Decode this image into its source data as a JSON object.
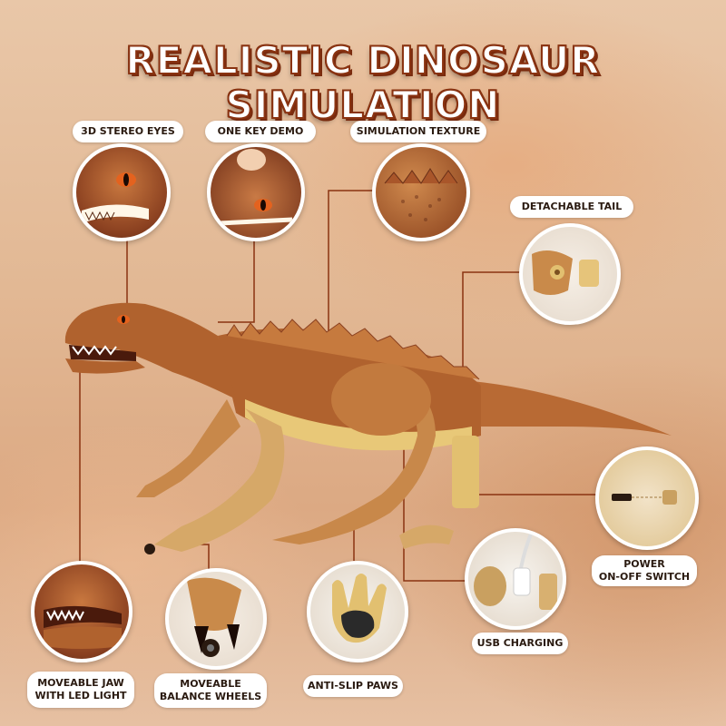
{
  "title": "REALISTIC DINOSAUR SIMULATION",
  "features": {
    "eyes": "3D STEREO EYES",
    "demo": "ONE KEY DEMO",
    "texture": "SIMULATION TEXTURE",
    "tail": "DETACHABLE TAIL",
    "power_line1": "POWER",
    "power_line2": "ON-OFF SWITCH",
    "usb": "USB CHARGING",
    "jaw_line1": "MOVEABLE JAW",
    "jaw_line2": "WITH LED LIGHT",
    "wheels_line1": "MOVEABLE",
    "wheels_line2": "BALANCE WHEELS",
    "paws": "ANTI-SLIP PAWS"
  },
  "colors": {
    "accent": "#8a3311",
    "dino_body": "#b0622e",
    "dino_belly": "#e8c878"
  }
}
